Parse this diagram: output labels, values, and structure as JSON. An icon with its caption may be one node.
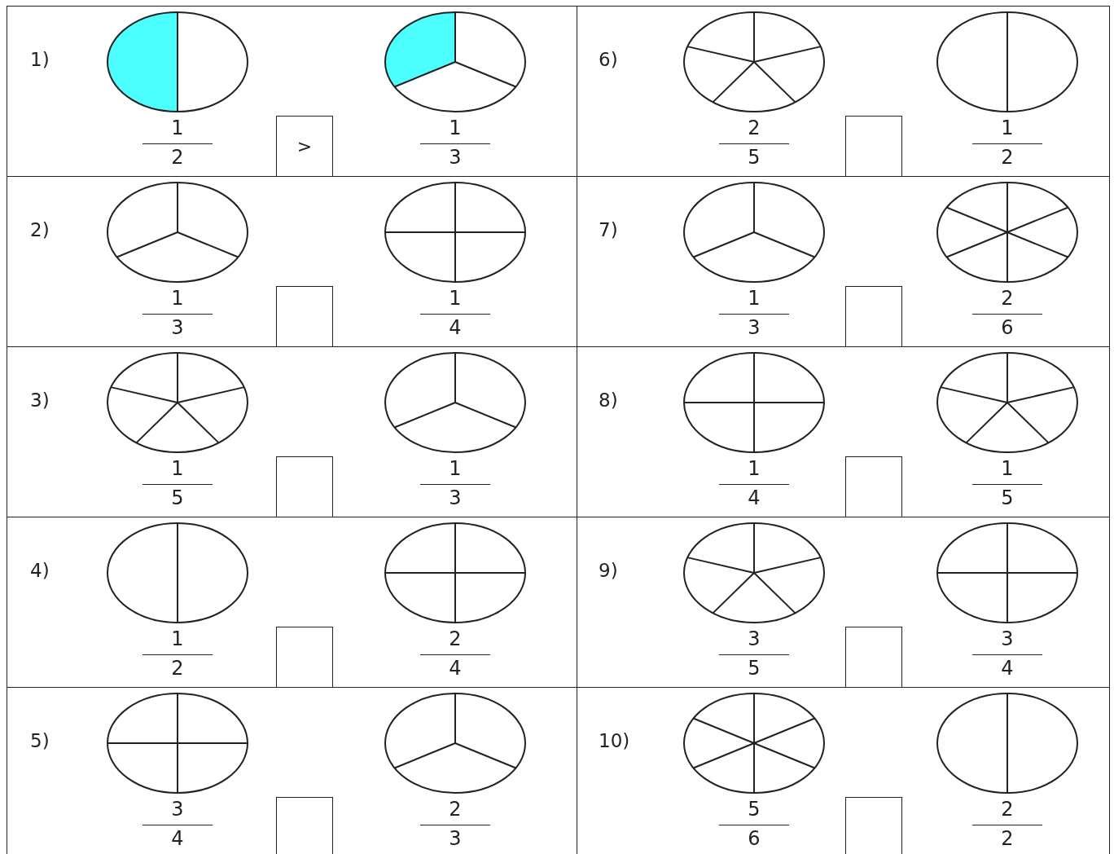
{
  "diagram": {
    "nodes": [
      {
        "text": [
          "1)",
          "1",
          "2",
          "1",
          "3"
        ]
      },
      {
        "text": [
          ">"
        ],
        "in": 0
      },
      {
        "text": [
          "2)",
          "1",
          "3",
          "1",
          "4"
        ]
      },
      {
        "text": [],
        "shape": "box",
        "in": 2
      },
      {
        "text": [
          "3)",
          "1",
          "5",
          "1",
          "3"
        ]
      },
      {
        "text": [],
        "shape": "box",
        "in": 4
      },
      {
        "text": [
          "4)",
          "1",
          "2",
          "2",
          "4"
        ]
      },
      {
        "text": [],
        "shape": "box",
        "in": 6
      },
      {
        "text": [
          "5)",
          "3",
          "4",
          "2",
          "3"
        ]
      },
      {
        "text": [],
        "shape": "box",
        "in": 8
      },
      {
        "text": [
          "6)",
          "2",
          "5",
          "1",
          "2"
        ]
      },
      {
        "text": [],
        "shape": "box",
        "in": 10
      },
      {
        "text": [
          "7)",
          "1",
          "3",
          "2",
          "6"
        ]
      },
      {
        "text": [],
        "shape": "box",
        "in": 12
      },
      {
        "text": [
          "8)",
          "1",
          "4",
          "1",
          "5"
        ]
      },
      {
        "text": [],
        "shape": "box",
        "in": 14
      },
      {
        "text": [
          "9)",
          "3",
          "5",
          "3",
          "4"
        ]
      },
      {
        "text": [],
        "shape": "box",
        "in": 16
      },
      {
        "text": [
          "10)",
          "5",
          "6",
          "2",
          "2"
        ]
      },
      {
        "text": [],
        "shape": "box",
        "in": 18
      }
    ]
  }
}
